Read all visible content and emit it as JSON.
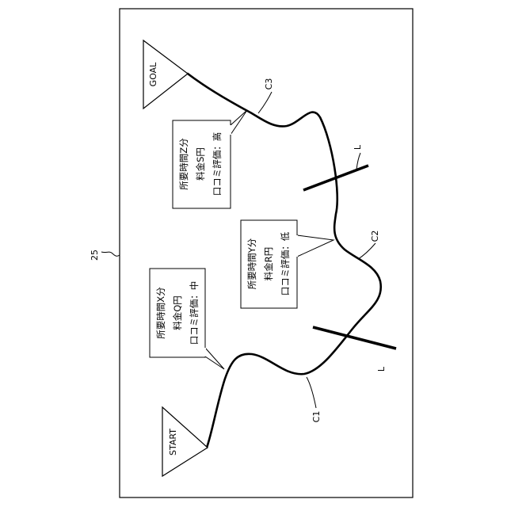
{
  "figure": {
    "number_label": "25",
    "start_label": "START",
    "goal_label": "GOAL",
    "route_labels": {
      "c1": "C1",
      "c2": "C2",
      "c3": "C3"
    },
    "barrier_labels": {
      "upper": "L",
      "lower": "L"
    },
    "info_boxes": [
      {
        "id": "c1",
        "lines": [
          "所要時間X分",
          "料金Q円",
          "口コミ評価：中"
        ]
      },
      {
        "id": "c2",
        "lines": [
          "所要時間Y分",
          "料金R円",
          "口コミ評価：低"
        ]
      },
      {
        "id": "c3",
        "lines": [
          "所要時間Z分",
          "料金S円",
          "口コミ評価：高"
        ]
      }
    ]
  }
}
